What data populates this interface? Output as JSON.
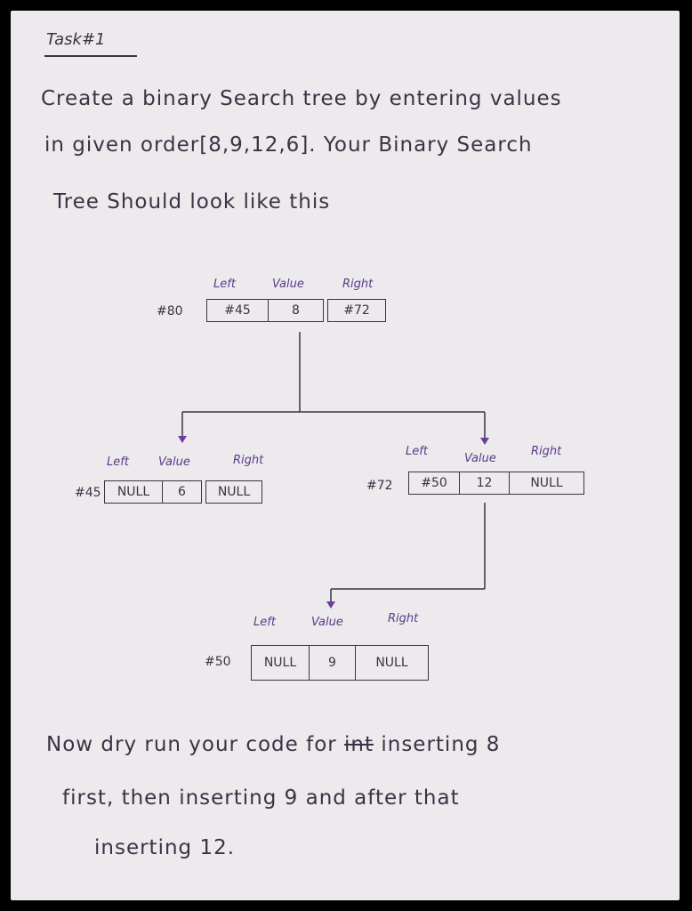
{
  "title": "Task#1",
  "intro": {
    "line1": "Create a binary Search tree by entering values",
    "line2": "in given order[8,9,12,6]. Your Binary Search",
    "line3": "Tree Should look like this"
  },
  "labels": {
    "left": "Left",
    "value": "Value",
    "right": "Right"
  },
  "nodes": {
    "root": {
      "address": "#80",
      "left": "#45",
      "value": "8",
      "right": "#72"
    },
    "left_child": {
      "address": "#45",
      "left": "NULL",
      "value": "6",
      "right": "NULL"
    },
    "right_child": {
      "address": "#72",
      "left": "#50",
      "value": "12",
      "right": "NULL"
    },
    "grandchild": {
      "address": "#50",
      "left": "NULL",
      "value": "9",
      "right": "NULL"
    }
  },
  "outro": {
    "line1_prefix": "Now dry run your code for",
    "line1_struck": "int",
    "line1_suffix": "inserting 8",
    "line2": "first, then inserting 9 and after that",
    "line3": "inserting 12."
  }
}
